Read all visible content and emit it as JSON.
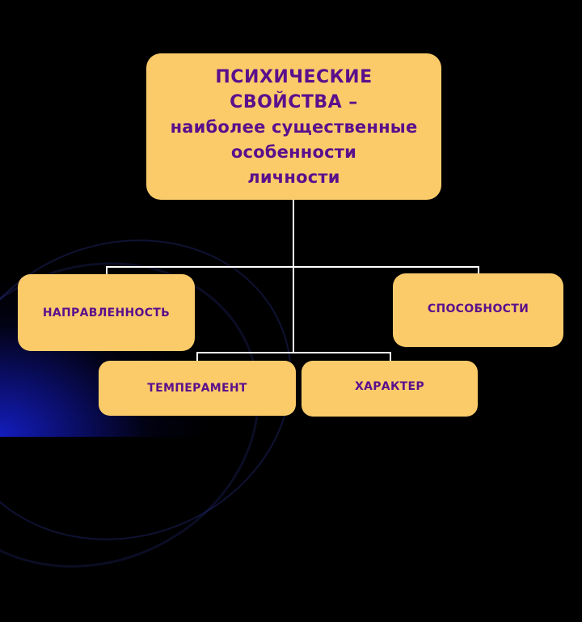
{
  "diagram": {
    "root": {
      "title_lines": [
        "ПСИХИЧЕСКИЕ",
        "СВОЙСТВА –"
      ],
      "subtitle_lines": [
        "наиболее существенные",
        "особенности",
        "личности"
      ]
    },
    "children": [
      {
        "label": "НАПРАВЛЕННОСТЬ"
      },
      {
        "label": "СПОСОБНОСТИ"
      },
      {
        "label": "ТЕМПЕРАМЕНТ"
      },
      {
        "label": "ХАРАКТЕР"
      }
    ],
    "colors": {
      "background": "#000000",
      "box_fill": "#fbcb6a",
      "text": "#5a0f8c",
      "connector": "#ffffff",
      "accent_glow": "#1420c8"
    }
  }
}
